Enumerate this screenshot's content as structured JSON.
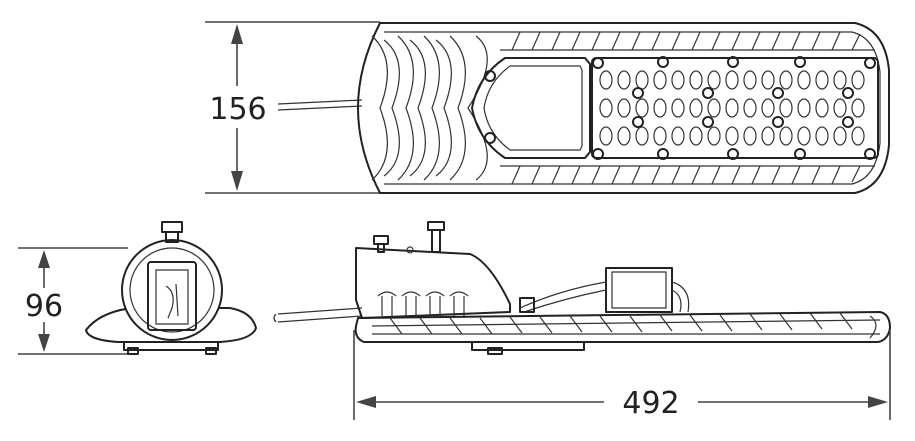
{
  "dimensions": {
    "width_top_view": "156",
    "height_end_view": "96",
    "length_side_view": "492"
  },
  "colors": {
    "line": "#222222",
    "background": "#ffffff"
  }
}
